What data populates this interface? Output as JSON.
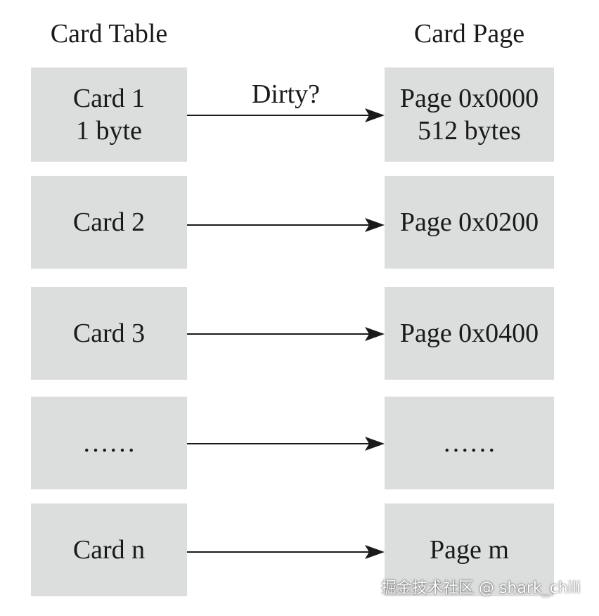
{
  "headings": {
    "card_table": "Card Table",
    "card_page": "Card Page"
  },
  "rows": [
    {
      "card": [
        "Card 1",
        "1 byte"
      ],
      "page": [
        "Page 0x0000",
        "512 bytes"
      ],
      "arrow_label": "Dirty?"
    },
    {
      "card": [
        "Card 2"
      ],
      "page": [
        "Page 0x0200"
      ]
    },
    {
      "card": [
        "Card 3"
      ],
      "page": [
        "Page 0x0400"
      ]
    },
    {
      "card": [
        "……"
      ],
      "page": [
        "……"
      ]
    },
    {
      "card": [
        "Card n"
      ],
      "page": [
        "Page m"
      ]
    }
  ],
  "watermark": "掘金技术社区 @ shark_chili",
  "colors": {
    "box_fill": "#dcdddd",
    "arrow": "#1a1a1a"
  }
}
